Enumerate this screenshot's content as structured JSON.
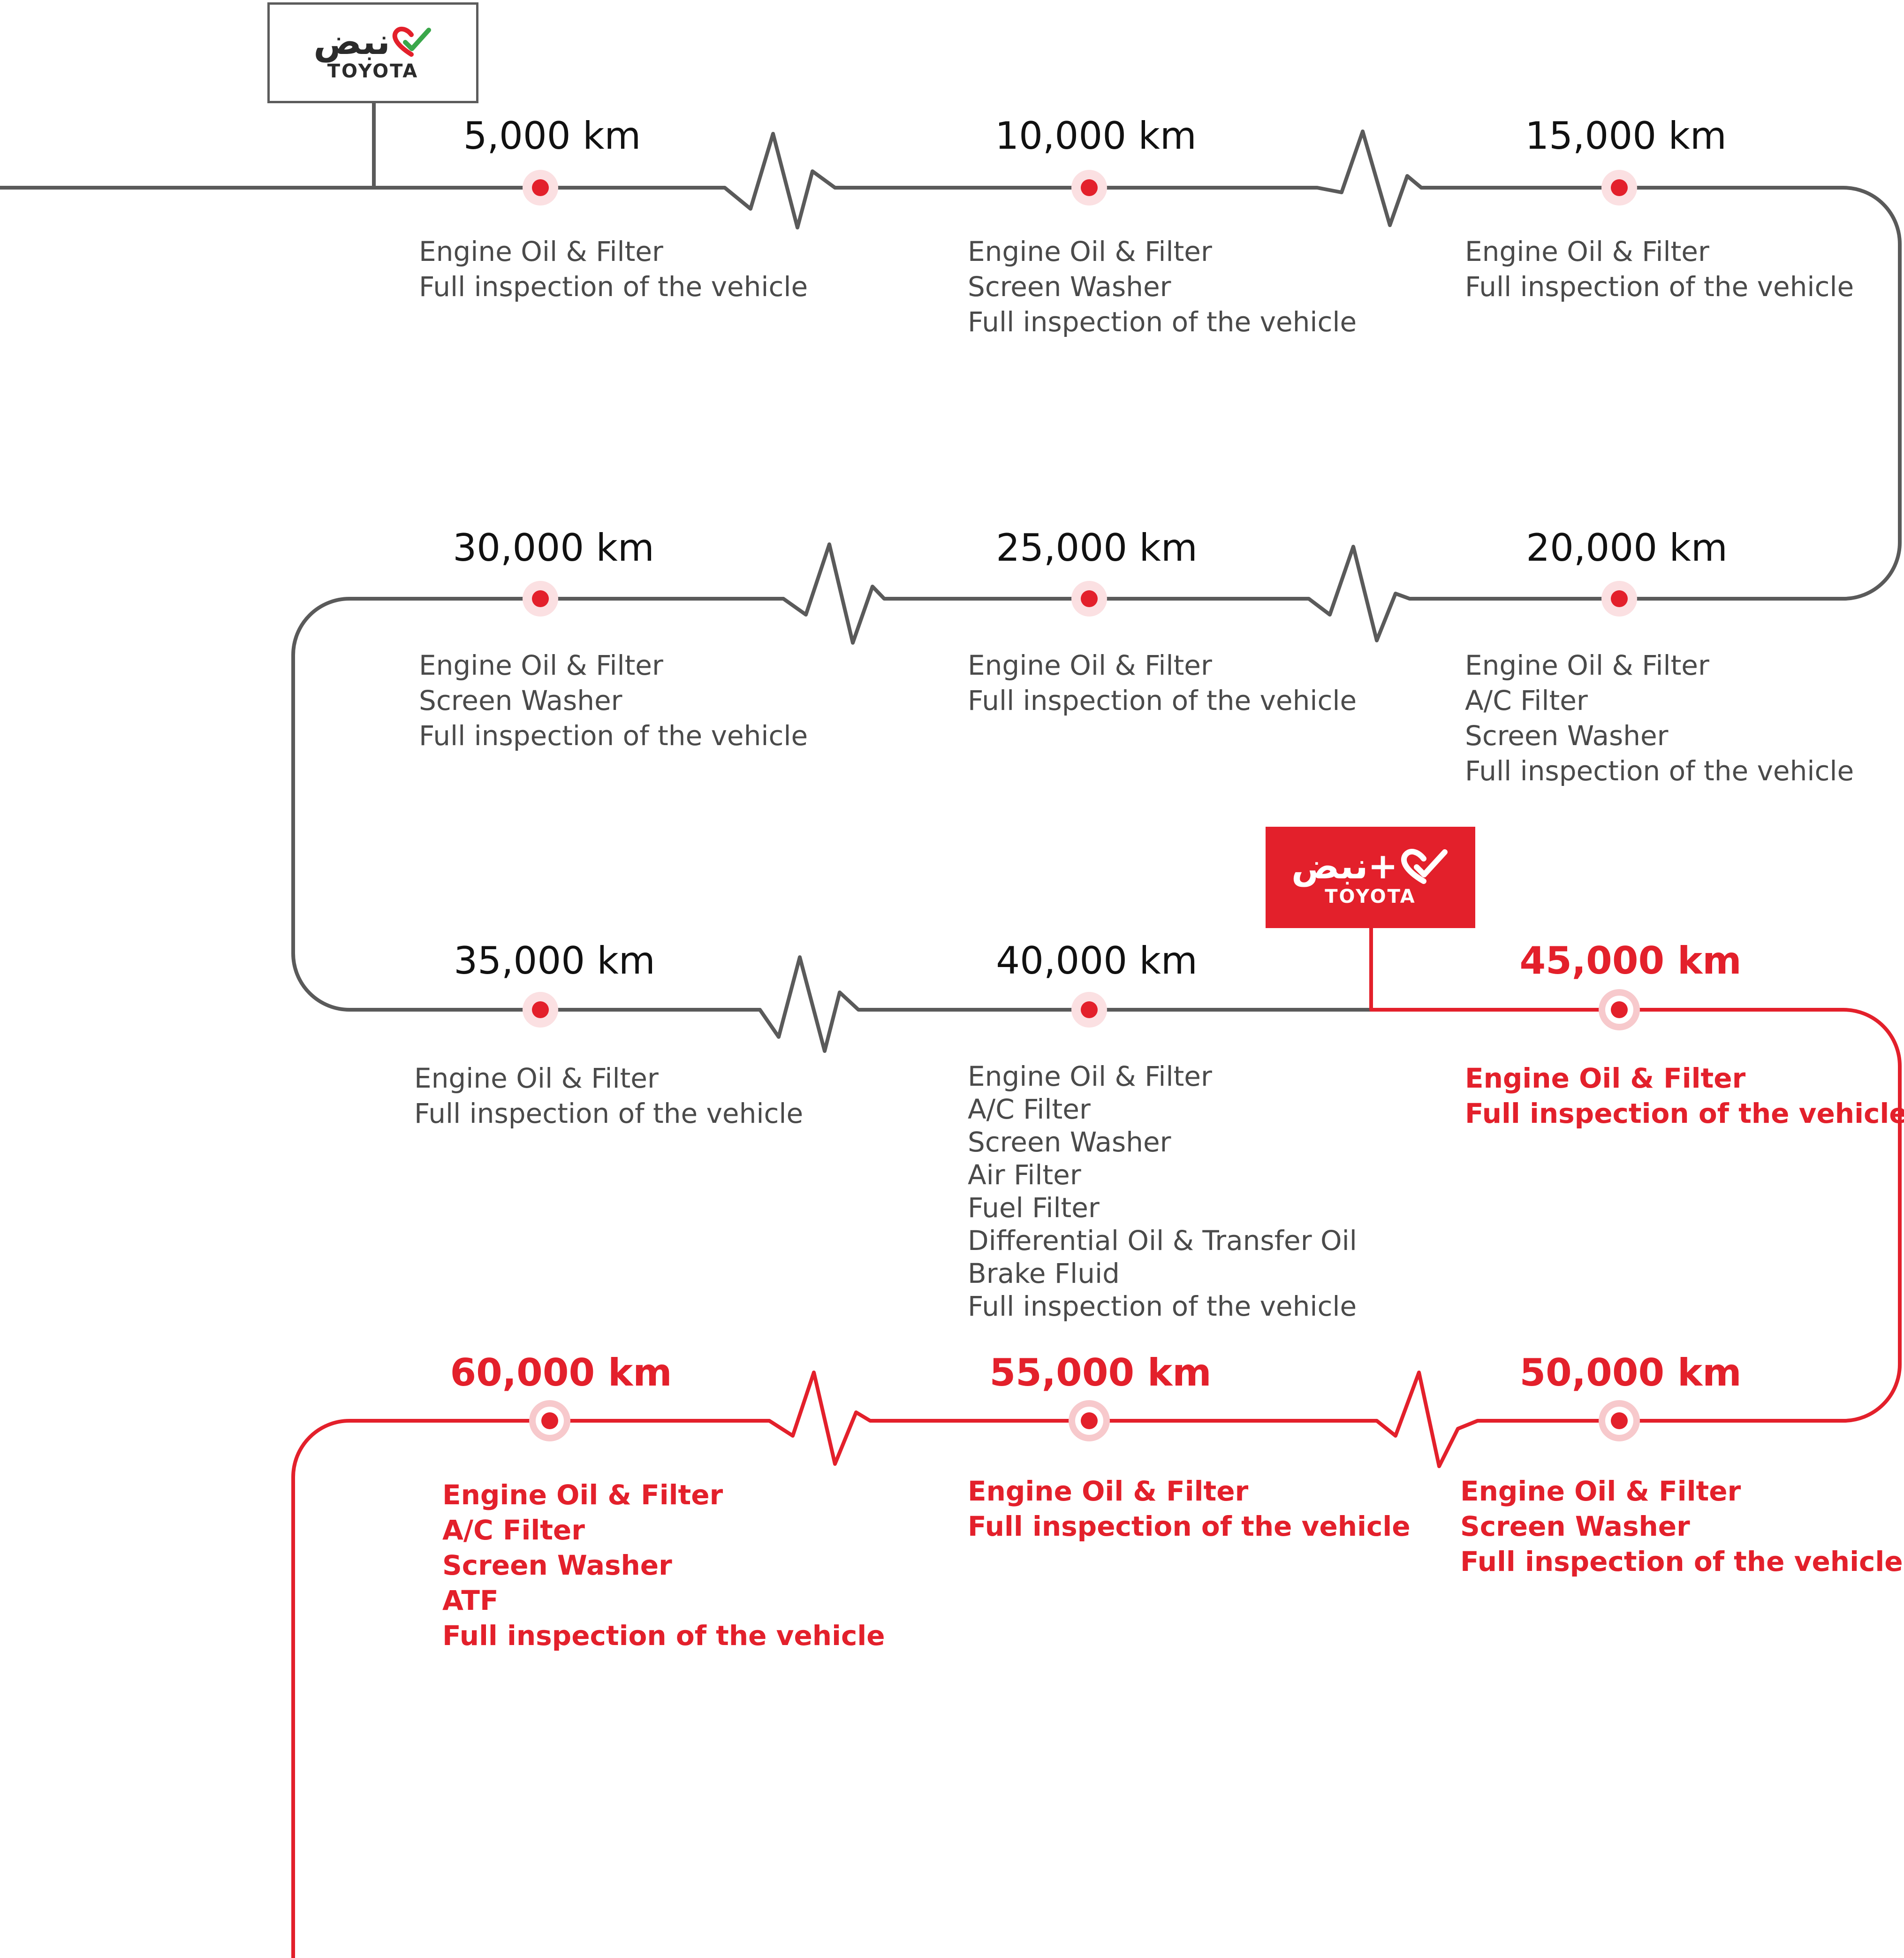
{
  "brand": {
    "name_ar": "نبض",
    "name_ar_plus": "نبض+",
    "brand_text": "TOYOTA",
    "icon": "heart-check-icon"
  },
  "colors": {
    "gray": "#5a5a5a",
    "red": "#e3202b",
    "text_gray": "#4a4a4a"
  },
  "milestones": [
    {
      "label": "5,000 km",
      "items": [
        "Engine Oil & Filter",
        "Full inspection of the vehicle"
      ]
    },
    {
      "label": "10,000 km",
      "items": [
        "Engine Oil & Filter",
        "Screen Washer",
        "Full inspection of the vehicle"
      ]
    },
    {
      "label": "15,000 km",
      "items": [
        "Engine Oil & Filter",
        "Full inspection of the vehicle"
      ]
    },
    {
      "label": "20,000 km",
      "items": [
        "Engine Oil & Filter",
        "A/C Filter",
        "Screen Washer",
        "Full inspection of the vehicle"
      ]
    },
    {
      "label": "25,000 km",
      "items": [
        "Engine Oil & Filter",
        "Full inspection of the vehicle"
      ]
    },
    {
      "label": "30,000 km",
      "items": [
        "Engine Oil & Filter",
        "Screen Washer",
        "Full inspection of the vehicle"
      ]
    },
    {
      "label": "35,000 km",
      "items": [
        "Engine Oil & Filter",
        "Full inspection of the vehicle"
      ]
    },
    {
      "label": "40,000 km",
      "items": [
        "Engine Oil & Filter",
        "A/C Filter",
        "Screen Washer",
        "Air Filter",
        "Fuel Filter",
        "Differential Oil & Transfer Oil",
        "Brake Fluid",
        "Full inspection of the vehicle"
      ]
    },
    {
      "label": "45,000 km",
      "items": [
        "Engine Oil & Filter",
        "Full inspection of the vehicle"
      ]
    },
    {
      "label": "50,000 km",
      "items": [
        "Engine Oil & Filter",
        "Screen Washer",
        "Full inspection of the vehicle"
      ]
    },
    {
      "label": "55,000 km",
      "items": [
        "Engine Oil & Filter",
        "Full inspection of the vehicle"
      ]
    },
    {
      "label": "60,000 km",
      "items": [
        "Engine Oil & Filter",
        "A/C Filter",
        "Screen Washer",
        "ATF",
        "Full inspection of the vehicle"
      ]
    }
  ]
}
